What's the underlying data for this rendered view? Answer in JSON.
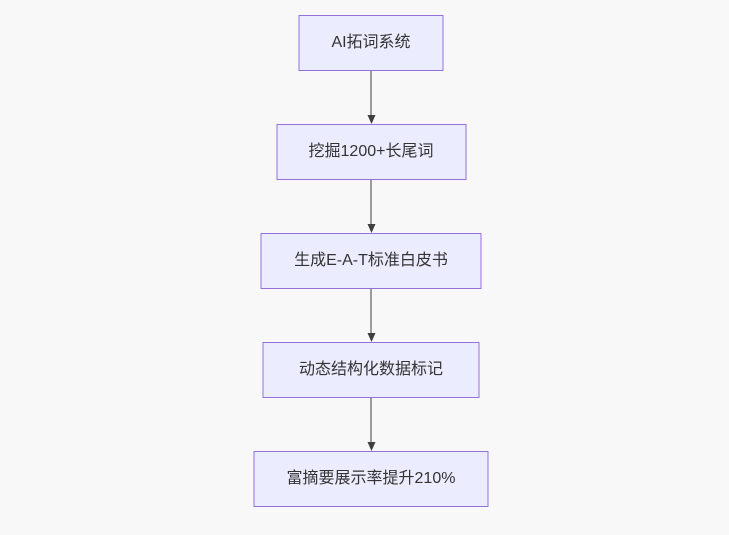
{
  "theme": {
    "background": "#f8f8f8",
    "node_fill": "#ececff",
    "node_border": "#9370db",
    "edge_color": "#3f3f3f",
    "text_color": "#333333"
  },
  "flowchart": {
    "type": "flowchart",
    "direction": "top-down",
    "nodes": [
      {
        "id": "A",
        "label": "AI拓词系统"
      },
      {
        "id": "B",
        "label": "挖掘1200+长尾词"
      },
      {
        "id": "C",
        "label": "生成E-A-T标准白皮书"
      },
      {
        "id": "D",
        "label": "动态结构化数据标记"
      },
      {
        "id": "E",
        "label": "富摘要展示率提升210%"
      }
    ],
    "edges": [
      {
        "from": "A",
        "to": "B"
      },
      {
        "from": "B",
        "to": "C"
      },
      {
        "from": "C",
        "to": "D"
      },
      {
        "from": "D",
        "to": "E"
      }
    ]
  }
}
